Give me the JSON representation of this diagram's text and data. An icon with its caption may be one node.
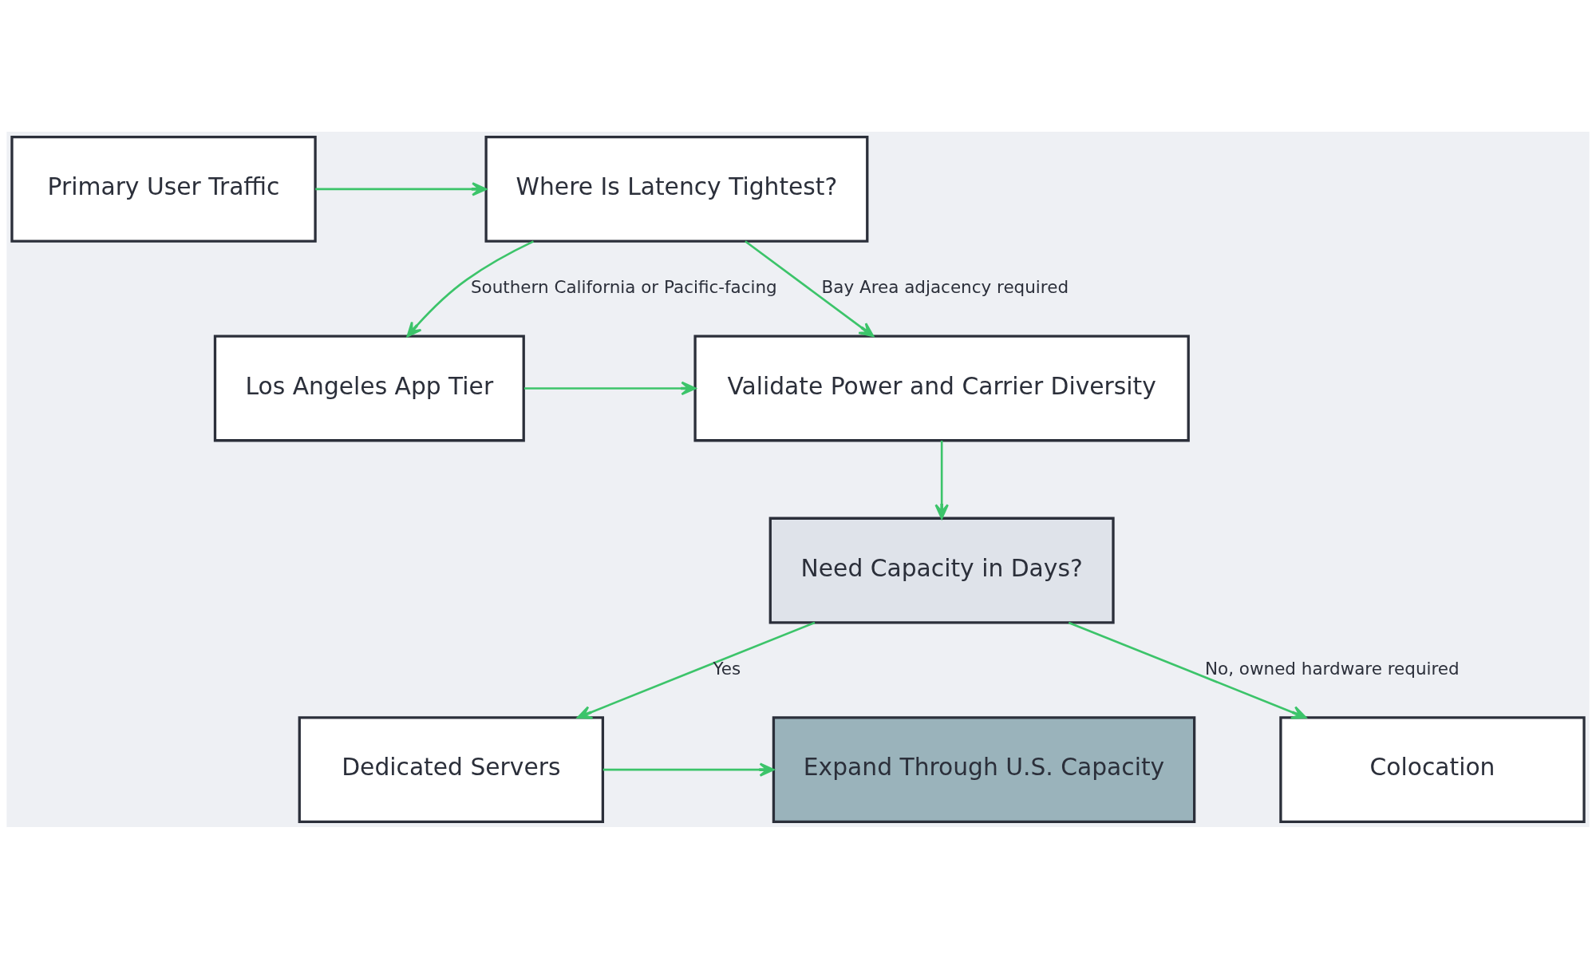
{
  "diagram": {
    "nodes": [
      {
        "text": [
          "Primary User Traffic"
        ]
      },
      {
        "text": [
          "Where Is Latency Tightest?"
        ]
      },
      {
        "text": [
          "Validate Power and Carrier Diversity"
        ]
      },
      {
        "text": [
          "Los Angeles App Tier"
        ]
      },
      {
        "text": [
          "Need Capacity in Days?"
        ]
      },
      {
        "text": [
          "Dedicated Servers"
        ]
      },
      {
        "text": [
          "Expand Through U.S. Capacity"
        ]
      },
      {
        "text": [
          "Colocation"
        ]
      }
    ],
    "edges": [
      {
        "from": 0,
        "to": 1,
        "arrow": "to"
      },
      {
        "from": 1,
        "to": 3,
        "arrow": "to",
        "label": "Southern California or Pacific-facing"
      },
      {
        "from": 1,
        "to": 2,
        "arrow": "to",
        "label": "Bay Area adjacency required"
      },
      {
        "from": 3,
        "to": 2,
        "arrow": "to"
      },
      {
        "from": 2,
        "to": 4,
        "arrow": "to"
      },
      {
        "from": 4,
        "to": 5,
        "arrow": "to",
        "label": "Yes"
      },
      {
        "from": 4,
        "to": 7,
        "arrow": "to",
        "label": "No, owned hardware required"
      },
      {
        "from": 5,
        "to": 6,
        "arrow": "to"
      }
    ]
  }
}
